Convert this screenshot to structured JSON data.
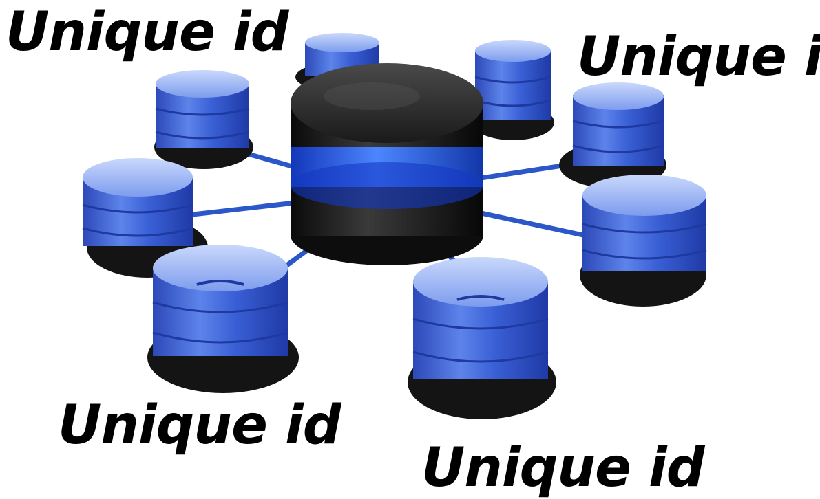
{
  "captions": {
    "top_left": "Unique id",
    "top_right": "Unique id",
    "bottom_left": "Unique id",
    "bottom_right": "Unique id"
  },
  "colors": {
    "node_blue": "#3f63d8",
    "node_blue_light": "#8fb0f2",
    "base_black": "#141414",
    "hub_black": "#1b1b1b",
    "hub_ring_blue": "#2f6cff",
    "link_blue": "#2b57c9",
    "caption_text": "#000000"
  },
  "icons": [
    "central-server-icon",
    "database-node-icon",
    "network-link-icon"
  ]
}
